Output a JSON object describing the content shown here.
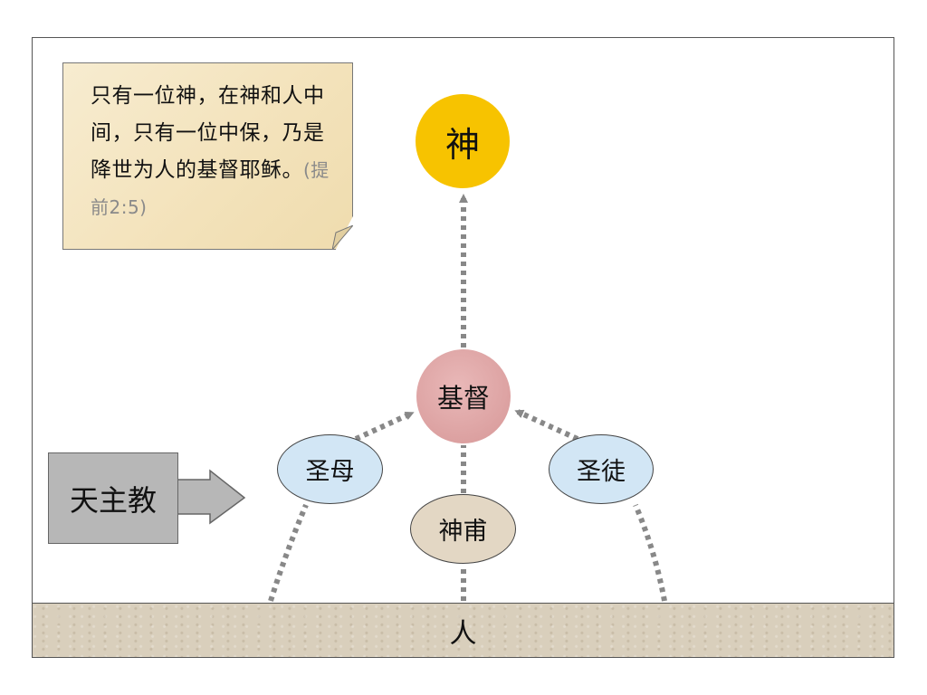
{
  "diagram": {
    "note": {
      "text": "只有一位神，在神和人中间，只有一位中保，乃是降世为人的基督耶稣。",
      "reference": "(提前2:5)"
    },
    "nodes": {
      "god": "神",
      "christ": "基督",
      "mary": "圣母",
      "saints": "圣徒",
      "priest": "神甫",
      "man": "人",
      "catholic": "天主教"
    },
    "edges": [
      {
        "from": "man",
        "to": "mary",
        "style": "dotted"
      },
      {
        "from": "mary",
        "to": "christ",
        "style": "dotted-arrow"
      },
      {
        "from": "man",
        "to": "priest",
        "style": "dotted"
      },
      {
        "from": "priest",
        "to": "christ",
        "style": "dotted"
      },
      {
        "from": "man",
        "to": "saints",
        "style": "dotted"
      },
      {
        "from": "saints",
        "to": "christ",
        "style": "dotted-arrow"
      },
      {
        "from": "christ",
        "to": "god",
        "style": "dotted-arrow"
      },
      {
        "from": "catholic",
        "to": "mary",
        "style": "block-arrow"
      }
    ],
    "colors": {
      "god": "#f7c300",
      "christ": "#dca1a1",
      "mary_saints": "#d2e6f5",
      "priest": "#e3d7c4",
      "catholic": "#b7b7b7",
      "ground": "#d9cfbc",
      "note": "#f3e2ba",
      "connector": "#888888"
    }
  }
}
